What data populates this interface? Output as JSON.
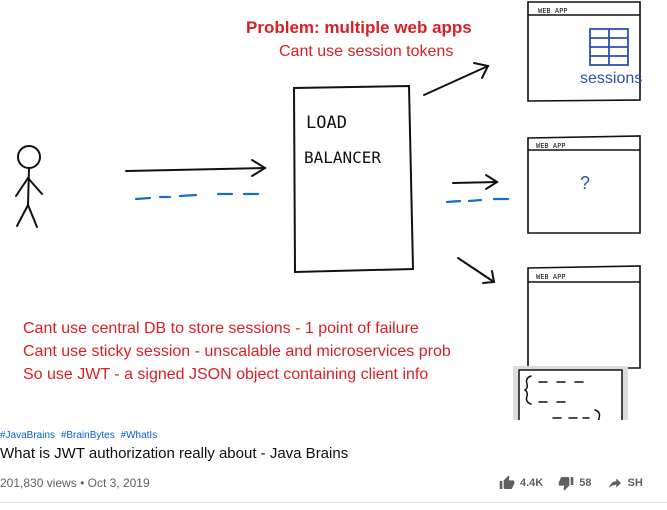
{
  "whiteboard": {
    "problem_title": "Problem: multiple web apps",
    "problem_subtitle": "Cant use session tokens",
    "load_balancer_line1": "LOAD",
    "load_balancer_line2": "BALANCER",
    "web_app_label": "WEB APP",
    "sessions_label": "sessions",
    "question_mark": "?",
    "notes": [
      "Cant use central DB to store sessions - 1 point of failure",
      "Cant use sticky session - unscalable and microservices prob",
      "So use JWT - a signed JSON object containing client info"
    ],
    "colors": {
      "problem_red": "#d81f26",
      "sessions_blue": "#2b4fb3",
      "dash_blue": "#1a6fc4"
    }
  },
  "video": {
    "hashtags": [
      "#JavaBrains",
      "#BrainBytes",
      "#WhatIs"
    ],
    "title": "What is JWT authorization really about - Java Brains",
    "views": "201,830 views",
    "separator": "•",
    "date": "Oct 3, 2019",
    "likes": "4.4K",
    "dislikes": "58",
    "share_label": "SH",
    "icons": [
      "thumb-up-icon",
      "thumb-down-icon",
      "share-icon"
    ]
  }
}
